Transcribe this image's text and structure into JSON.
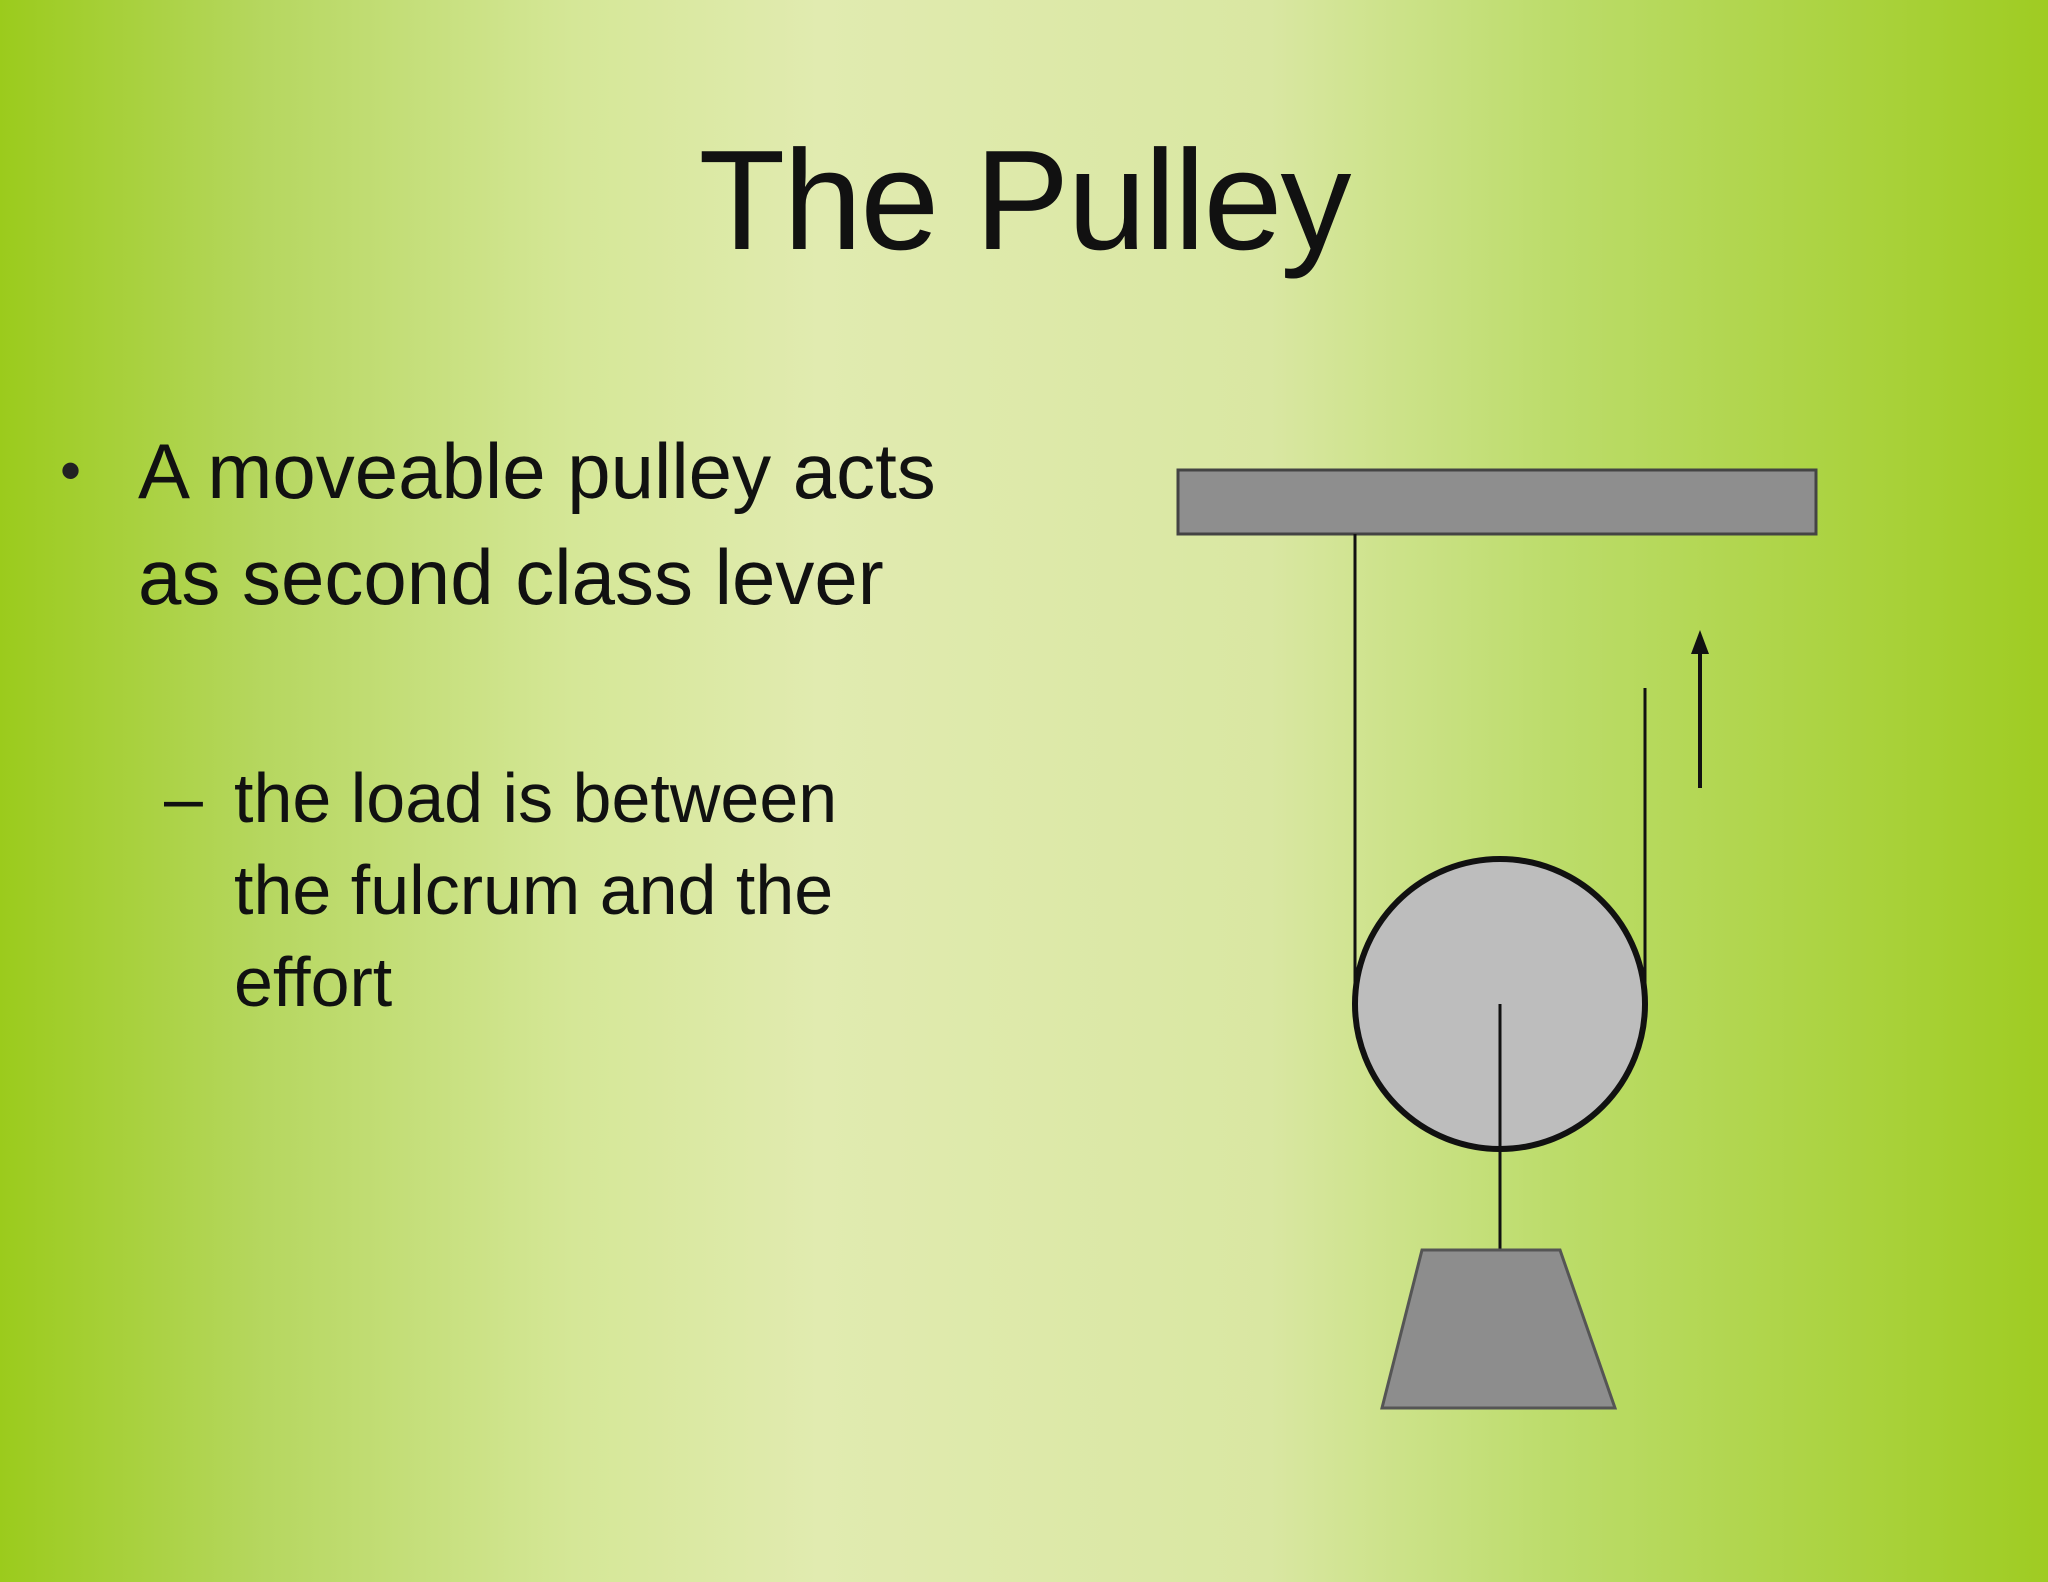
{
  "slide": {
    "title": "The Pulley",
    "bullet": {
      "marker": "•",
      "text": "A moveable pulley acts as second class lever"
    },
    "subbullet": {
      "marker": "–",
      "text": "the load is between the fulcrum and the effort"
    }
  },
  "diagram": {
    "elements": [
      "support-bar",
      "rope-left",
      "rope-right",
      "effort-arrow-icon",
      "pulley-wheel",
      "axle-line",
      "load-weight"
    ],
    "colors": {
      "support": "#8e8e8e",
      "pulley": "#bdbdbd",
      "load": "#8d8d8d",
      "line": "#111111"
    }
  }
}
